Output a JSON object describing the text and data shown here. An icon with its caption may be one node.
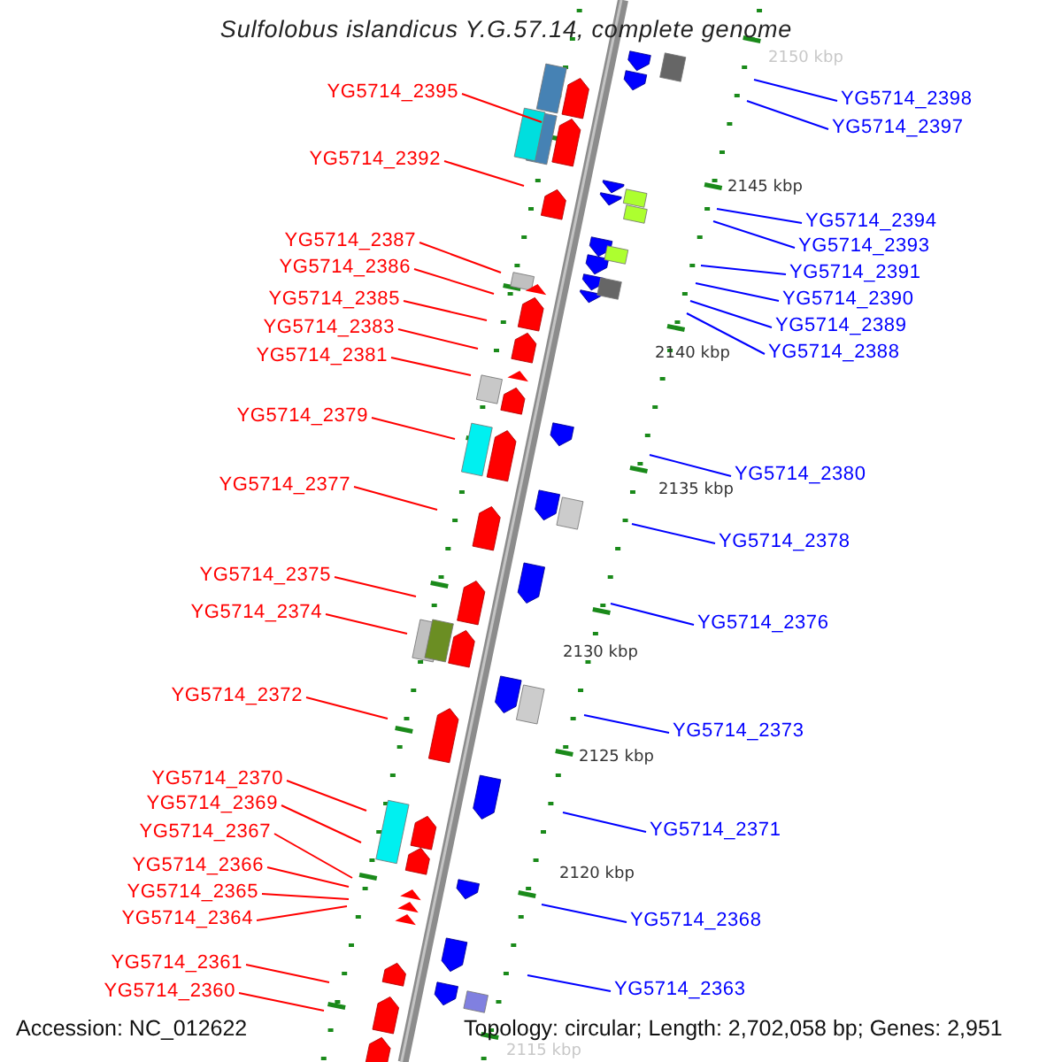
{
  "diagram": {
    "title": "Sulfolobus islandicus Y.G.57.14, complete genome",
    "nodes": [
      {
        "text": [
          "YG5714_2395"
        ]
      },
      {
        "text": [
          "YG5714_2392"
        ]
      },
      {
        "text": [
          "YG5714_2387"
        ]
      },
      {
        "text": [
          "YG5714_2386"
        ]
      },
      {
        "text": [
          "YG5714_2385"
        ]
      },
      {
        "text": [
          "YG5714_2383"
        ]
      },
      {
        "text": [
          "YG5714_2381"
        ]
      },
      {
        "text": [
          "YG5714_2379"
        ]
      },
      {
        "text": [
          "YG5714_2377"
        ]
      },
      {
        "text": [
          "YG5714_2375"
        ]
      },
      {
        "text": [
          "YG5714_2374"
        ]
      },
      {
        "text": [
          "YG5714_2372"
        ]
      },
      {
        "text": [
          "YG5714_2370"
        ]
      },
      {
        "text": [
          "YG5714_2369"
        ]
      },
      {
        "text": [
          "YG5714_2367"
        ]
      },
      {
        "text": [
          "YG5714_2366"
        ]
      },
      {
        "text": [
          "YG5714_2365"
        ]
      },
      {
        "text": [
          "YG5714_2364"
        ]
      },
      {
        "text": [
          "YG5714_2361"
        ]
      },
      {
        "text": [
          "YG5714_2360"
        ]
      },
      {
        "text": [
          "YG5714_2398"
        ]
      },
      {
        "text": [
          "YG5714_2397"
        ]
      },
      {
        "text": [
          "YG5714_2394"
        ]
      },
      {
        "text": [
          "YG5714_2393"
        ]
      },
      {
        "text": [
          "YG5714_2391"
        ]
      },
      {
        "text": [
          "YG5714_2390"
        ]
      },
      {
        "text": [
          "YG5714_2389"
        ]
      },
      {
        "text": [
          "YG5714_2388"
        ]
      },
      {
        "text": [
          "YG5714_2380"
        ]
      },
      {
        "text": [
          "YG5714_2378"
        ]
      },
      {
        "text": [
          "YG5714_2376"
        ]
      },
      {
        "text": [
          "YG5714_2373"
        ]
      },
      {
        "text": [
          "YG5714_2371"
        ]
      },
      {
        "text": [
          "YG5714_2368"
        ]
      },
      {
        "text": [
          "YG5714_2363"
        ]
      }
    ],
    "edges": [
      {
        "from": 0,
        "to": null,
        "arrow": "none"
      },
      {
        "from": 1,
        "to": null,
        "arrow": "none"
      },
      {
        "from": 2,
        "to": null,
        "arrow": "none"
      },
      {
        "from": 3,
        "to": null,
        "arrow": "none"
      },
      {
        "from": 4,
        "to": null,
        "arrow": "none"
      },
      {
        "from": 5,
        "to": null,
        "arrow": "none"
      },
      {
        "from": 6,
        "to": null,
        "arrow": "none"
      },
      {
        "from": 7,
        "to": null,
        "arrow": "none"
      },
      {
        "from": 8,
        "to": null,
        "arrow": "none"
      },
      {
        "from": 9,
        "to": null,
        "arrow": "none"
      },
      {
        "from": 10,
        "to": null,
        "arrow": "none"
      },
      {
        "from": 11,
        "to": null,
        "arrow": "none"
      },
      {
        "from": 12,
        "to": null,
        "arrow": "none"
      },
      {
        "from": 13,
        "to": null,
        "arrow": "none"
      },
      {
        "from": 14,
        "to": null,
        "arrow": "none"
      },
      {
        "from": 15,
        "to": null,
        "arrow": "none"
      },
      {
        "from": 16,
        "to": null,
        "arrow": "none"
      },
      {
        "from": 17,
        "to": null,
        "arrow": "none"
      },
      {
        "from": 18,
        "to": null,
        "arrow": "none"
      },
      {
        "from": 19,
        "to": null,
        "arrow": "none"
      },
      {
        "from": 20,
        "to": null,
        "arrow": "none",
        "color": "#0000ff"
      },
      {
        "from": 21,
        "to": null,
        "arrow": "none",
        "color": "#0000ff"
      },
      {
        "from": 22,
        "to": null,
        "arrow": "none",
        "color": "#0000ff"
      },
      {
        "from": 23,
        "to": null,
        "arrow": "none",
        "color": "#0000ff"
      },
      {
        "from": 24,
        "to": null,
        "arrow": "none",
        "color": "#0000ff"
      },
      {
        "from": 25,
        "to": null,
        "arrow": "none",
        "color": "#0000ff"
      },
      {
        "from": 26,
        "to": null,
        "arrow": "none",
        "color": "#0000ff"
      },
      {
        "from": 27,
        "to": null,
        "arrow": "none",
        "color": "#0000ff"
      },
      {
        "from": 28,
        "to": null,
        "arrow": "none",
        "color": "#0000ff"
      },
      {
        "from": 29,
        "to": null,
        "arrow": "none",
        "color": "#0000ff"
      },
      {
        "from": 30,
        "to": null,
        "arrow": "none",
        "color": "#0000ff"
      },
      {
        "from": 31,
        "to": null,
        "arrow": "none",
        "color": "#0000ff"
      },
      {
        "from": 32,
        "to": null,
        "arrow": "none",
        "color": "#0000ff"
      },
      {
        "from": 33,
        "to": null,
        "arrow": "none",
        "color": "#0000ff"
      },
      {
        "from": 34,
        "to": null,
        "arrow": "none",
        "color": "#0000ff"
      }
    ],
    "labels": [
      "2150 kbp",
      "2145 kbp",
      "2140 kbp",
      "2135 kbp",
      "2130 kbp",
      "2125 kbp",
      "2120 kbp",
      "2115 kbp",
      "Accession: NC_012622",
      "Topology: circular; Length: 2,702,058 bp; Genes: 2,951"
    ]
  }
}
